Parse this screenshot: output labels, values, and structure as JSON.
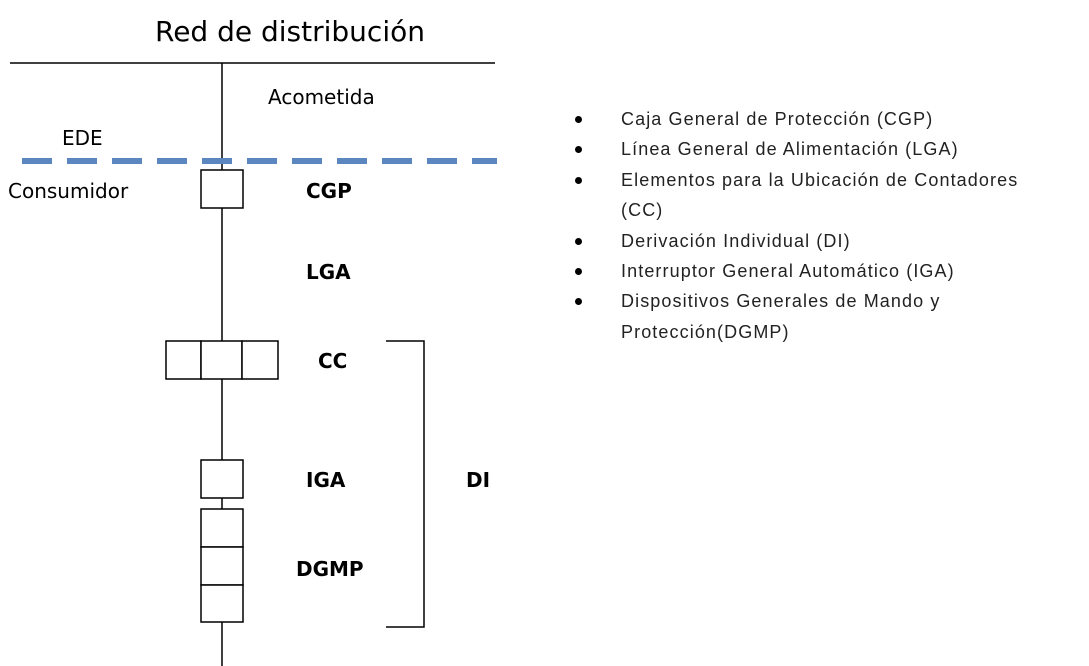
{
  "diagram": {
    "title": "Red de distribución",
    "acometida_label": "Acometida",
    "ede_label": "EDE",
    "consumidor_label": "Consumidor",
    "boundary_color": "#5b86c0",
    "components": {
      "cgp": "CGP",
      "lga": "LGA",
      "cc": "CC",
      "iga": "IGA",
      "dgmp": "DGMP",
      "di": "DI"
    }
  },
  "legend": {
    "items": [
      "Caja General de Protección (CGP)",
      "Línea General de Alimentación (LGA)",
      "Elementos para la Ubicación de Contadores (CC)",
      "Derivación Individual (DI)",
      "Interruptor General Automático (IGA)",
      "Dispositivos Generales de Mando y Protección(DGMP)"
    ]
  }
}
